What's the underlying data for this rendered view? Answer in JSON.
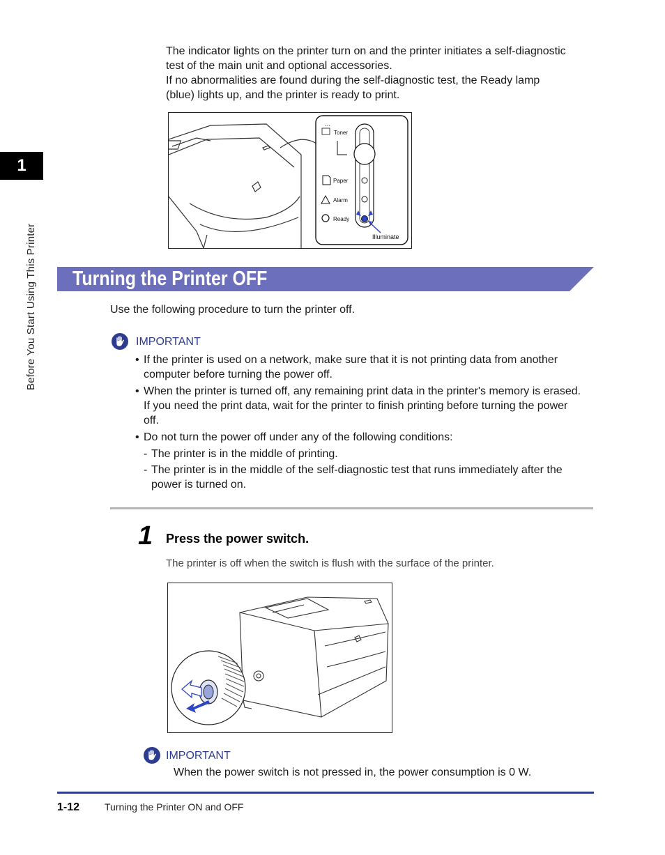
{
  "chapter": {
    "number": "1",
    "side_title": "Before You Start Using This Printer"
  },
  "intro_paragraph": {
    "line1": "The indicator lights on the printer turn on and the printer initiates a self-diagnostic",
    "line2": "test of the main unit and optional accessories.",
    "line3": "If no abnormalities are found during the self-diagnostic test, the Ready lamp",
    "line4": "(blue) lights up, and the printer is ready to print."
  },
  "figure1": {
    "labels": {
      "toner": "Toner",
      "paper": "Paper",
      "alarm": "Alarm",
      "ready": "Ready",
      "illuminate": "Illuminate"
    }
  },
  "section": {
    "title": "Turning the Printer OFF",
    "intro": "Use the following procedure to turn the printer off."
  },
  "important1": {
    "label": "IMPORTANT",
    "bullets": [
      {
        "line1": "If the printer is used on a network, make sure that it is not printing data from another",
        "line2": "computer before turning the power off."
      },
      {
        "line1": "When the printer is turned off, any remaining print data in the printer's memory is erased.",
        "line2": "If you need the print data, wait for the printer to finish printing before turning the power",
        "line3": "off."
      },
      {
        "line1": "Do not turn the power off under any of the following conditions:"
      }
    ],
    "sub_items": [
      {
        "line1": "The printer is in the middle of printing."
      },
      {
        "line1": "The printer is in the middle of the self-diagnostic test that runs immediately after the",
        "line2": "power is turned on."
      }
    ]
  },
  "step1": {
    "number": "1",
    "title": "Press the power switch.",
    "description": "The printer is off when the switch is flush with the surface of the printer."
  },
  "important2": {
    "label": "IMPORTANT",
    "text": "When the power switch is not pressed in, the power consumption is 0 W."
  },
  "footer": {
    "page_number": "1-12",
    "title": "Turning the Printer ON and OFF"
  },
  "colors": {
    "heading_banner": "#6c6fbb",
    "accent_blue": "#2e3c8f",
    "rule_gray": "#b4b4b4",
    "lamp_blue": "#2d46c4"
  },
  "icons": {
    "important": "stop-hand-icon"
  }
}
